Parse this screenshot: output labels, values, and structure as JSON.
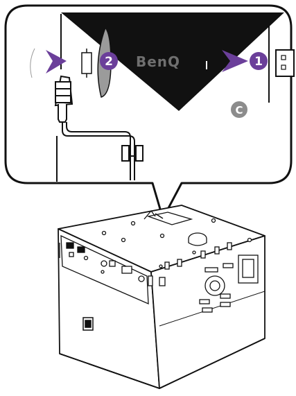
{
  "callouts": [
    {
      "id": "step-1",
      "label": "1",
      "color": "#6b3f9a"
    },
    {
      "id": "step-2",
      "label": "2",
      "color": "#6b3f9a"
    },
    {
      "id": "step-c",
      "label": "C",
      "color": "#8c8c8c"
    }
  ],
  "brand": {
    "logo_text": "BenQ"
  },
  "colors": {
    "accent": "#6b3f9a",
    "outline": "#111111",
    "background": "#ffffff",
    "shadow": "#111111"
  }
}
